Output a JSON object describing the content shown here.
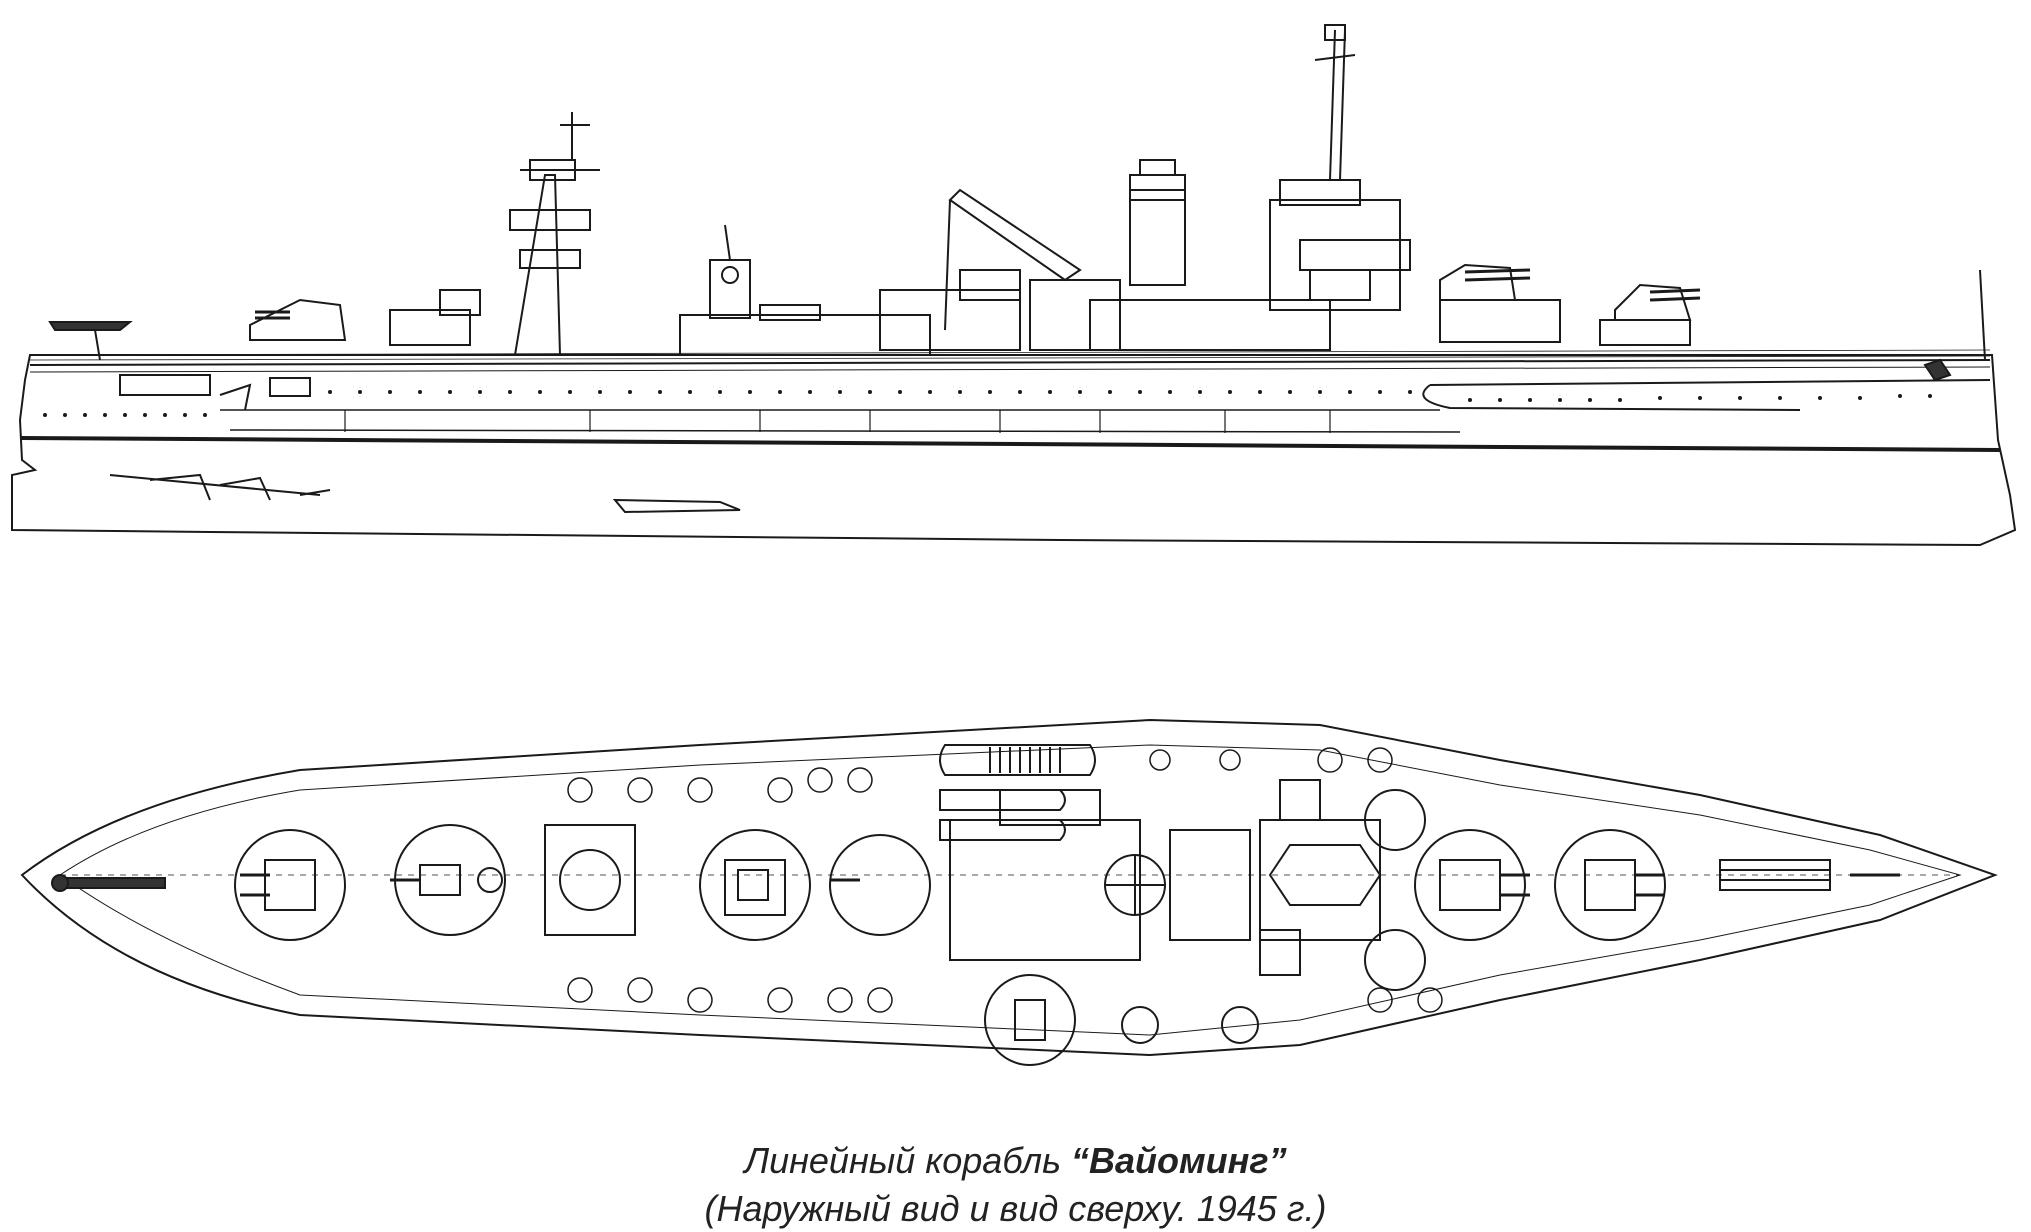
{
  "caption": {
    "prefix": "Линейный корабль ",
    "ship_name": "“Вайоминг”",
    "subtitle": "(Наружный вид и вид сверху. 1945 г.)"
  },
  "views": {
    "profile": {
      "icon": "ship-profile-drawing"
    },
    "plan": {
      "icon": "ship-plan-drawing"
    }
  },
  "colors": {
    "ink": "#1a1a1a",
    "paper": "#ffffff"
  }
}
